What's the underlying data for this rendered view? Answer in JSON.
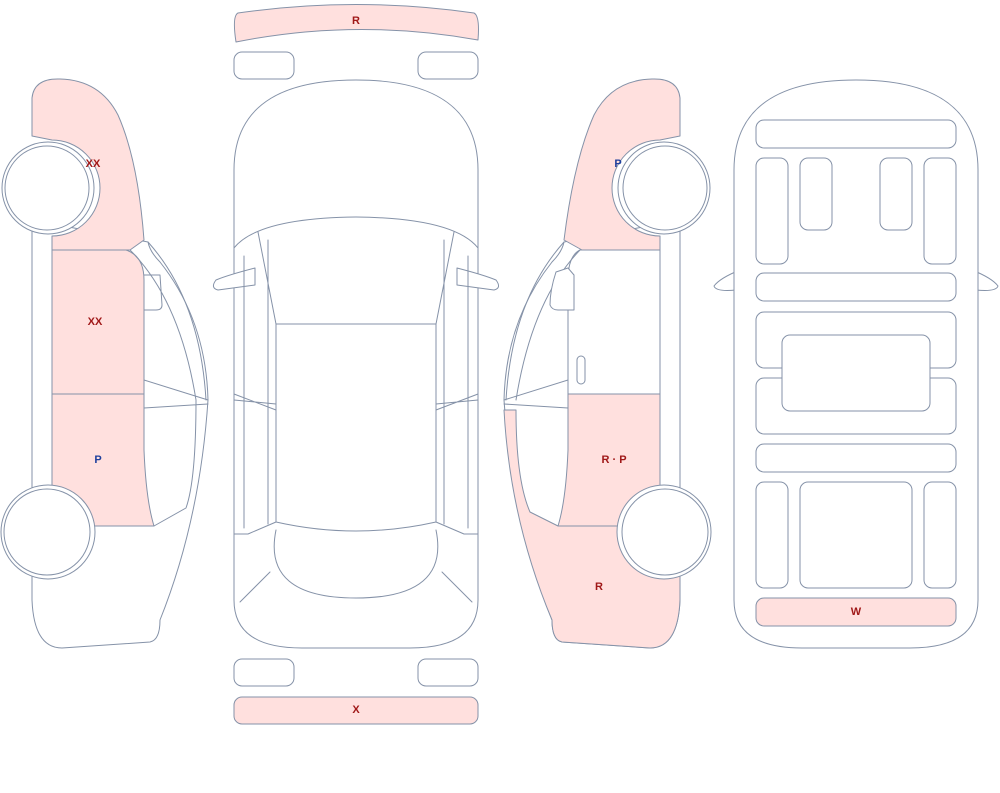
{
  "colors": {
    "outline": "#8592a8",
    "panel_fill": "#ffffff",
    "damaged_fill": "#ffe0de",
    "mark_red": "#a01818",
    "mark_blue": "#1e3f9c"
  },
  "marks": {
    "front_bumper": "R",
    "left_front_fender": "XX",
    "left_front_door": "XX",
    "left_rear_door": "P",
    "right_front_fender": "P",
    "right_rear_door": "R · P",
    "right_rear_quarter": "R",
    "rear_bumper": "X",
    "rear_seat": "W"
  },
  "damaged_panels": [
    "front_bumper",
    "left_front_fender",
    "left_front_door",
    "left_rear_door",
    "right_front_fender",
    "right_rear_door",
    "right_rear_quarter",
    "rear_bumper",
    "rear_seat"
  ],
  "mark_colors": {
    "front_bumper": "red",
    "left_front_fender": "red",
    "left_front_door": "red",
    "left_rear_door": "blue",
    "right_front_fender": "blue",
    "right_rear_door": "red",
    "right_rear_quarter": "red",
    "rear_bumper": "red",
    "rear_seat": "red"
  }
}
